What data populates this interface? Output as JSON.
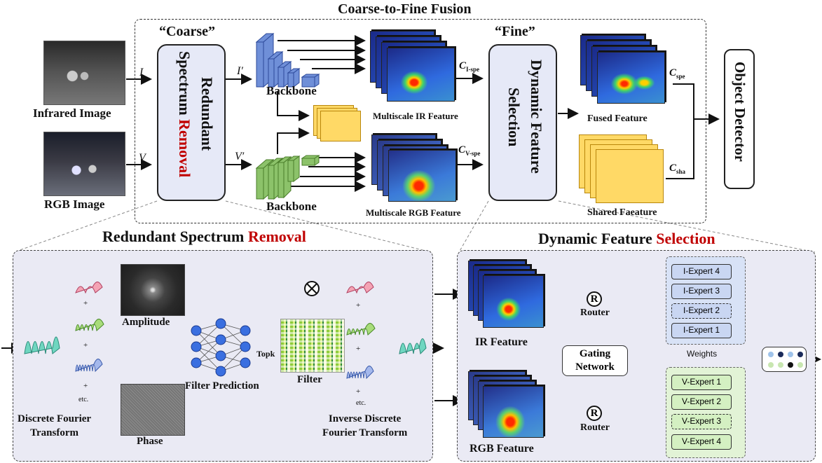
{
  "top": {
    "title_black": "Coarse-to-Fine Fusion",
    "coarse": "“Coarse”",
    "fine": "“Fine”",
    "rsr_line1": "Redundant",
    "rsr_line2": "Spectrum",
    "rsr_line3": "Removal",
    "dfs_line1": "Dynamic Feature",
    "dfs_line2": "Selection",
    "infrared_image": "Infrared Image",
    "rgb_image": "RGB Image",
    "input_i": "I",
    "input_v": "V",
    "input_i_prime": "I′",
    "input_v_prime": "V′",
    "backbone": "Backbone",
    "ir_feature": "Multiscale IR Feature",
    "rgb_feature": "Multiscale RGB Feature",
    "c_ispe": "C",
    "c_ispe_sub": "I-spe",
    "c_vspe": "C",
    "c_vspe_sub": "V-spe",
    "fused_feature": "Fused Feature",
    "shared_feature": "Shared Faeature",
    "c_spe": "C",
    "c_spe_sub": "spe",
    "c_sha": "C",
    "c_sha_sub": "sha",
    "object_detector": "Object Detector"
  },
  "rsr_panel": {
    "title_black": "Redundant Spectrum ",
    "title_red": "Removal",
    "amplitude": "Amplitude",
    "phase": "Phase",
    "filter_prediction": "Filter Prediction",
    "filter": "Filter",
    "topk": "Topk",
    "dft_line1": "Discrete Fourier",
    "dft_line2": "Transform",
    "idft_line1": "Inverse Discrete",
    "idft_line2": "Fourier Transform",
    "plus": "+",
    "etc": "etc."
  },
  "dfs_panel": {
    "title_black": "Dynamic Feature ",
    "title_red": "Selection",
    "ir_feature": "IR Feature",
    "rgb_feature": "RGB Feature",
    "router": "Router",
    "router_symbol": "R",
    "gating_line1": "Gating",
    "gating_line2": "Network",
    "weights": "Weights",
    "i_experts": [
      "I-Expert 4",
      "I-Expert 3",
      "I-Expert 2",
      "I-Expert 1"
    ],
    "v_experts": [
      "V-Expert 1",
      "V-Expert 2",
      "V-Expert 3",
      "V-Expert 4"
    ]
  },
  "colors": {
    "red_accent": "#c00000",
    "ir_backbone": "#6f8fd8",
    "rgb_backbone": "#8cc26a",
    "shared_yellow": "#ffd966",
    "panel_bg": "#eaeaf4"
  }
}
